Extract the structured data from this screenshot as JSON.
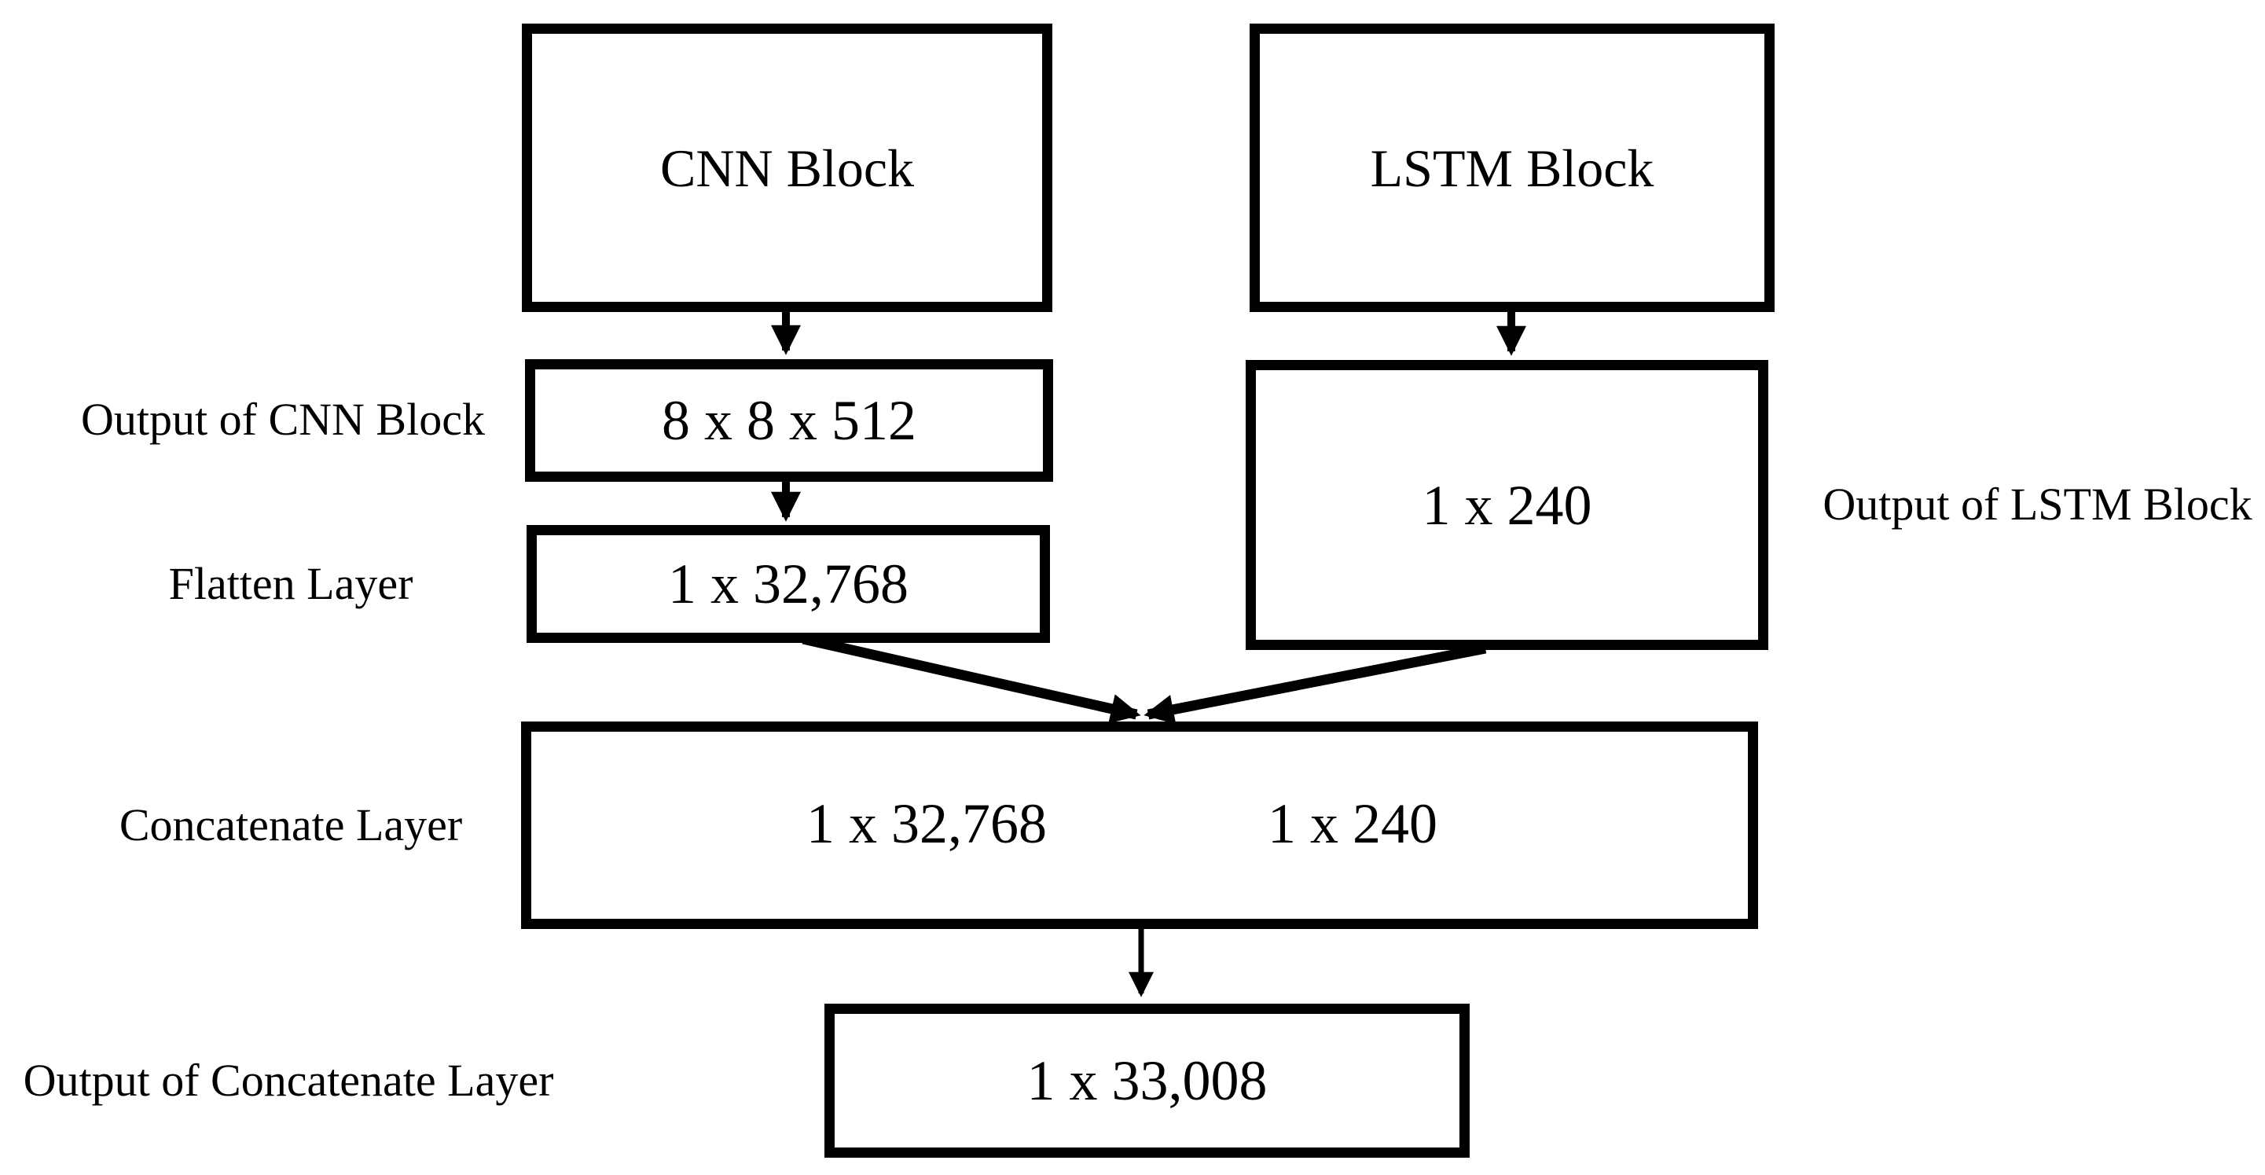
{
  "diagram": {
    "colors": {
      "ink": "#000000",
      "background": "#ffffff"
    },
    "nodes": {
      "cnn_block": {
        "label": "CNN Block"
      },
      "lstm_block": {
        "label": "LSTM Block"
      },
      "cnn_output": {
        "value": "8 x 8 x 512",
        "caption": "Output of CNN Block"
      },
      "flatten": {
        "value": "1 x 32,768",
        "caption": "Flatten Layer"
      },
      "lstm_output": {
        "value": "1 x 240",
        "caption": "Output of LSTM Block"
      },
      "concatenate": {
        "caption": "Concatenate Layer",
        "cells": [
          {
            "value": "1 x 32,768"
          },
          {
            "value": "1 x 240"
          }
        ]
      },
      "concatenate_output": {
        "value": "1 x 33,008",
        "caption": "Output of Concatenate Layer"
      }
    }
  }
}
